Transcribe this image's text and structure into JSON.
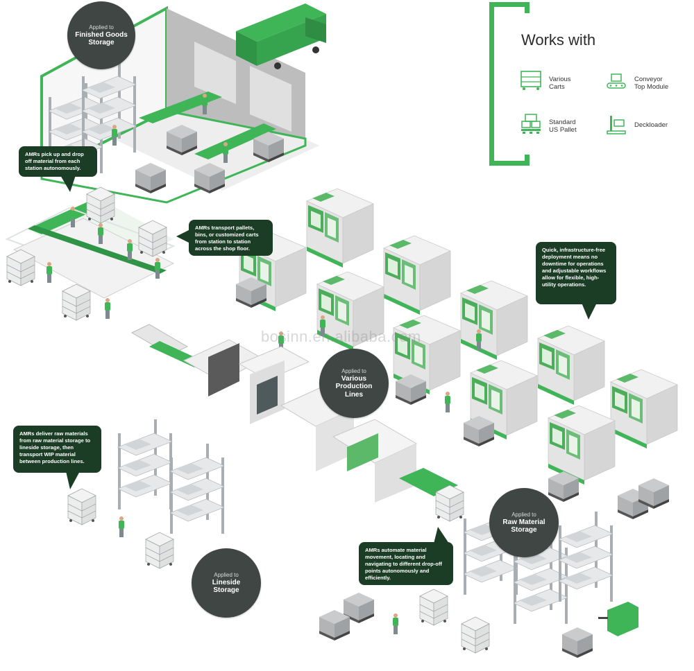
{
  "works_with": {
    "title": "Works with",
    "items": [
      {
        "label": "Various\nCarts",
        "icon": "cart-icon"
      },
      {
        "label": "Conveyor\nTop Module",
        "icon": "conveyor-icon"
      },
      {
        "label": "Standard\nUS Pallet",
        "icon": "pallet-icon"
      },
      {
        "label": "Deckloader",
        "icon": "deckloader-icon"
      }
    ]
  },
  "badges": {
    "finished_goods": {
      "pre": "Applied to",
      "main": "Finished Goods\nStorage"
    },
    "production_lines": {
      "pre": "Applied to",
      "main": "Various\nProduction\nLines"
    },
    "raw_material": {
      "pre": "Applied to",
      "main": "Raw Material\nStorage"
    },
    "lineside": {
      "pre": "Applied to",
      "main": "Lineside\nStorage"
    }
  },
  "callouts": {
    "pickup": "AMRs pick up and drop off material from each station autonomously.",
    "transport": "AMRs transport pallets, bins, or customized carts from station to station across the shop floor.",
    "deployment": "Quick, infrastructure-free deployment means no downtime for operations and adjustable workflows allow for flexible, high-utility operations.",
    "deliver": "AMRs deliver raw materials from raw material storage to lineside storage, then transport WIP material between production lines.",
    "automate": "AMRs automate material movement, locating and navigating to different drop-off points autonomously and efficiently."
  },
  "watermark": "bosinn.en.alibaba.com",
  "colors": {
    "brand_green": "#3fb558",
    "callout_bg": "#1b3d26",
    "badge_bg": "#3f4644"
  }
}
